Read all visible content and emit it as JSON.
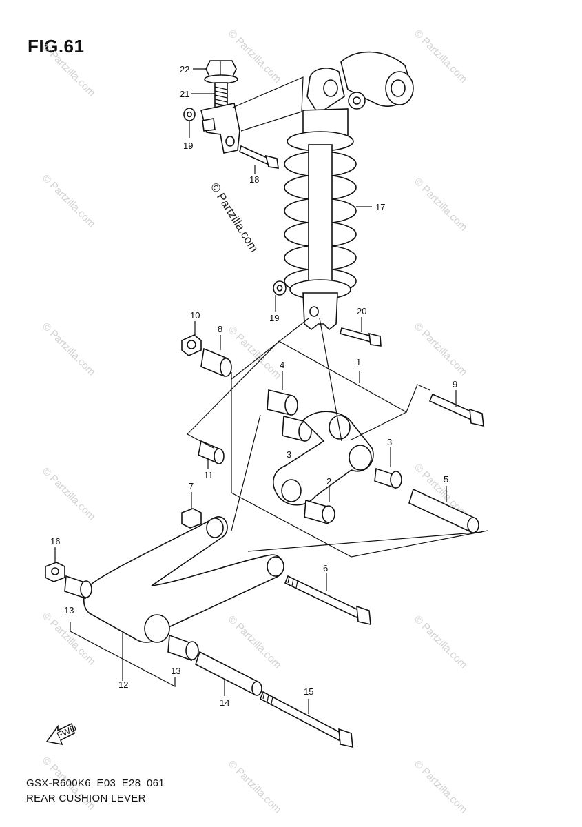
{
  "figure": {
    "title": "FIG.61",
    "footer_code": "GSX-R600K6_E03_E28_061",
    "footer_name": "REAR CUSHION LEVER"
  },
  "watermark": {
    "text": "© Partzilla.com"
  },
  "arrow": {
    "text": "FWD"
  },
  "parts": [
    {
      "num": "1"
    },
    {
      "num": "2"
    },
    {
      "num": "3"
    },
    {
      "num": "3"
    },
    {
      "num": "4"
    },
    {
      "num": "5"
    },
    {
      "num": "6"
    },
    {
      "num": "7"
    },
    {
      "num": "8"
    },
    {
      "num": "9"
    },
    {
      "num": "10"
    },
    {
      "num": "11"
    },
    {
      "num": "12"
    },
    {
      "num": "13"
    },
    {
      "num": "13"
    },
    {
      "num": "14"
    },
    {
      "num": "15"
    },
    {
      "num": "16"
    },
    {
      "num": "17"
    },
    {
      "num": "18"
    },
    {
      "num": "19"
    },
    {
      "num": "19"
    },
    {
      "num": "20"
    },
    {
      "num": "21"
    },
    {
      "num": "22"
    }
  ]
}
